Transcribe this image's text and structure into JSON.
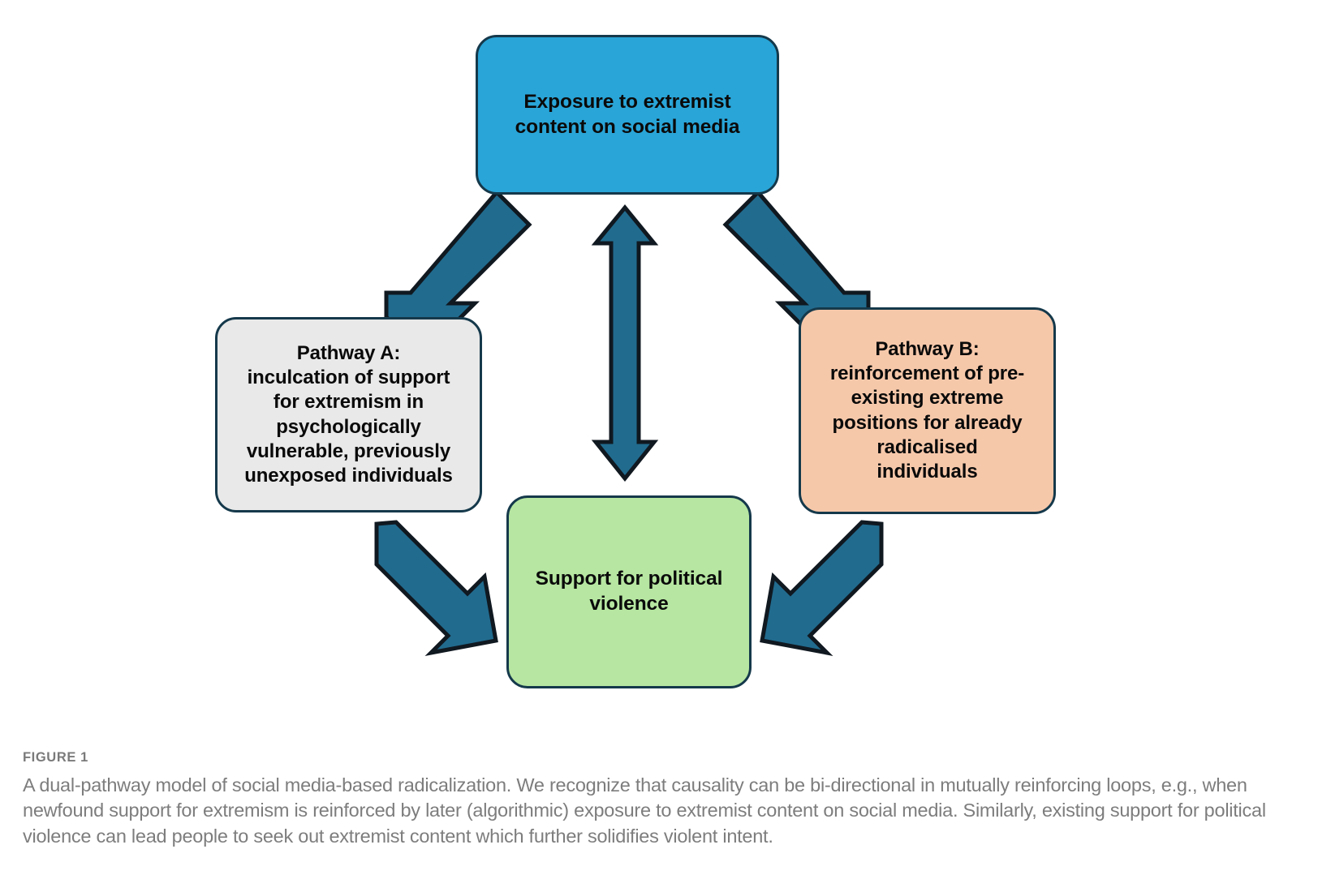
{
  "figure": {
    "accent_colors": {
      "exposure_box": "#29a5d8",
      "pathway_a_box": "#e9e9e9",
      "pathway_b_box": "#f6c8aa",
      "support_box": "#b6e6a1",
      "arrow_fill": "#216b8e",
      "arrow_stroke": "#101820",
      "box_stroke": "#15394b",
      "caption_text": "#7d7d7d"
    },
    "nodes": {
      "exposure": "Exposure to extremist\ncontent on social media",
      "pathway_a": "Pathway A:\ninculcation of support\nfor extremism in\npsychologically\nvulnerable, previously\nunexposed individuals",
      "pathway_b": "Pathway B:\nreinforcement of pre-\nexisting extreme\npositions for already\nradicalised\nindividuals",
      "support": "Support for political\nviolence"
    },
    "arrows": [
      {
        "name": "exposure-to-pathway-a",
        "from": "exposure",
        "to": "pathway_a",
        "direction": "one-way"
      },
      {
        "name": "exposure-to-pathway-b",
        "from": "exposure",
        "to": "pathway_b",
        "direction": "one-way"
      },
      {
        "name": "exposure-support-bidirectional",
        "from": "exposure",
        "to": "support",
        "direction": "bi-directional"
      },
      {
        "name": "pathway-a-to-support",
        "from": "pathway_a",
        "to": "support",
        "direction": "one-way"
      },
      {
        "name": "pathway-b-to-support",
        "from": "pathway_b",
        "to": "support",
        "direction": "one-way"
      }
    ]
  },
  "caption": {
    "label": "FIGURE 1",
    "text": "A dual-pathway model of social media-based radicalization. We recognize that causality can be bi-directional in mutually reinforcing loops, e.g., when newfound support for extremism is reinforced by later (algorithmic) exposure to extremist content on social media. Similarly, existing support for political violence can lead people to seek out extremist content which further solidifies violent intent."
  }
}
